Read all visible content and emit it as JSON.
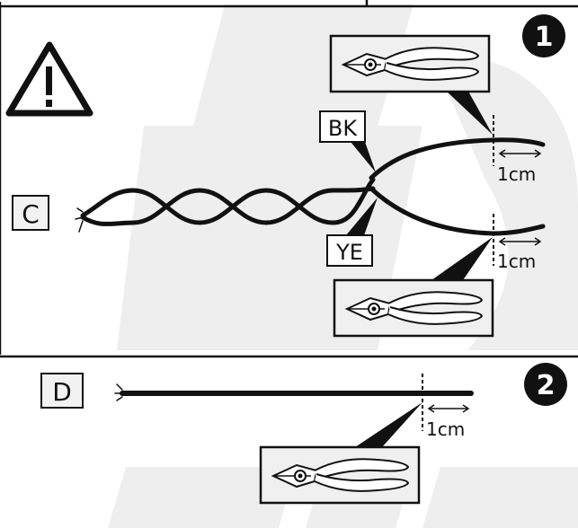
{
  "steps": [
    {
      "number": "1"
    },
    {
      "number": "2"
    }
  ],
  "labels": {
    "cable_c": "C",
    "cable_d": "D",
    "wire_black": "BK",
    "wire_yellow": "YE"
  },
  "measurements": {
    "strip_length_top": "1cm",
    "strip_length_bottom": "1cm",
    "strip_length_d": "1cm"
  },
  "icons": [
    "warning-icon",
    "cutting-pliers-icon"
  ],
  "colors": {
    "ink": "#111111",
    "watermark": "#eeeeee",
    "badge": "#111111",
    "badge_text": "#ffffff"
  }
}
